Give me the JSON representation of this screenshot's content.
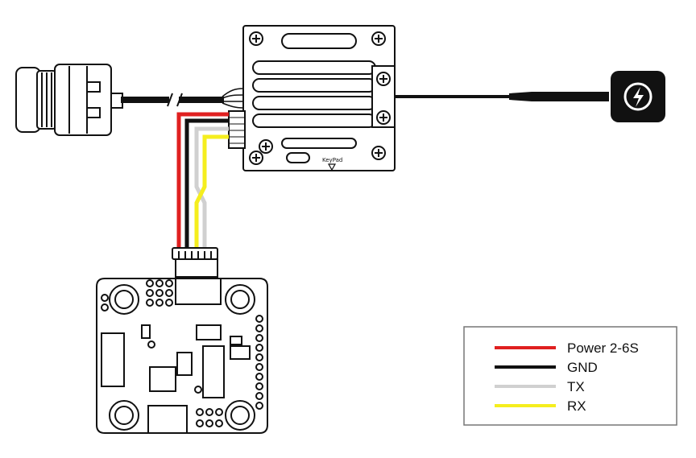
{
  "vtx": {
    "keypad_label": "KeyPad"
  },
  "legend": {
    "items": [
      {
        "label": "Power 2-6S",
        "color": "#e02020"
      },
      {
        "label": "GND",
        "color": "#111111"
      },
      {
        "label": "TX",
        "color": "#d0d0d0"
      },
      {
        "label": "RX",
        "color": "#f5ee1e"
      }
    ]
  },
  "wires": {
    "power_color": "#e02020",
    "gnd_color": "#111111",
    "tx_color": "#d0d0d0",
    "rx_color": "#f5ee1e"
  }
}
